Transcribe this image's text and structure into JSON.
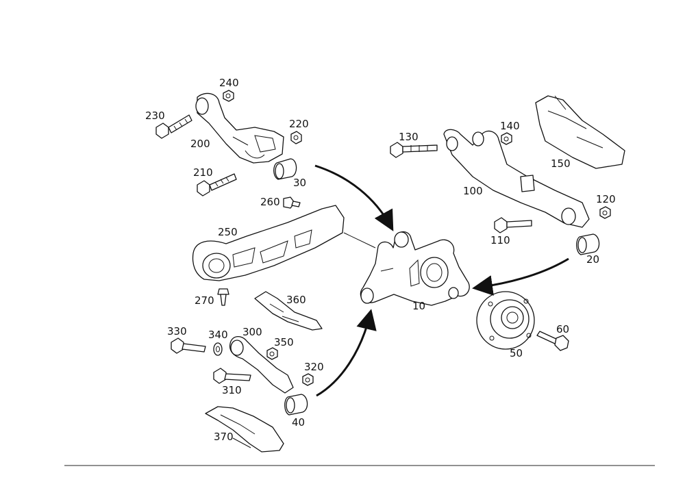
{
  "diagram": {
    "kind": "exploded-parts-view",
    "line_color": "#111111",
    "background": "#ffffff",
    "part_numbers": {
      "p10": "10",
      "p20": "20",
      "p30": "30",
      "p40": "40",
      "p50": "50",
      "p60": "60",
      "p100": "100",
      "p110": "110",
      "p120": "120",
      "p130": "130",
      "p140": "140",
      "p150": "150",
      "p200": "200",
      "p210": "210",
      "p220": "220",
      "p230": "230",
      "p240": "240",
      "p250": "250",
      "p260": "260",
      "p270": "270",
      "p300": "300",
      "p310": "310",
      "p320": "320",
      "p330": "330",
      "p340": "340",
      "p350": "350",
      "p360": "360",
      "p370": "370"
    }
  }
}
